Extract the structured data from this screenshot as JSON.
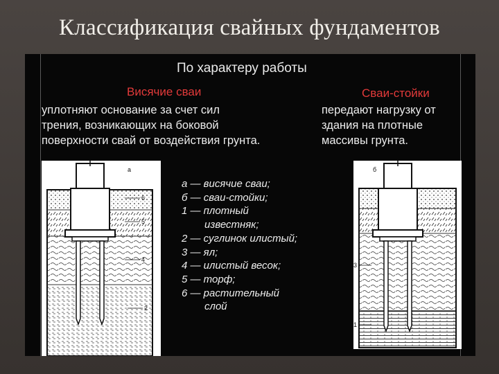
{
  "slide": {
    "title": "Классификация свайных фундаментов",
    "subtitle": "По характеру работы",
    "left": {
      "heading": "Висячие сваи",
      "text": "уплотняют основание за счет сил\nтрения, возникающих на боковой\nповерхности свай от воздействия грунта."
    },
    "right": {
      "heading": "Сваи-стойки",
      "text": "передают нагрузку от\nздания на плотные\nмассивы грунта."
    },
    "figure_a": {
      "letter": "а",
      "labels": [
        "6",
        "5",
        "4",
        "2"
      ]
    },
    "figure_b": {
      "letter": "б",
      "labels": [
        "3",
        "1"
      ]
    },
    "legend": [
      "а — висячие сваи;",
      "б — сваи-стойки;",
      "1 — плотный",
      "известняк;",
      "2 — суглинок илистый;",
      "3 — ял;",
      "4 — илистый весок;",
      "5 — торф;",
      "6 — растительный",
      "слой"
    ]
  },
  "colors": {
    "heading_red": "#e23a3a",
    "panel": "#070707",
    "background": "#3f3a37"
  }
}
